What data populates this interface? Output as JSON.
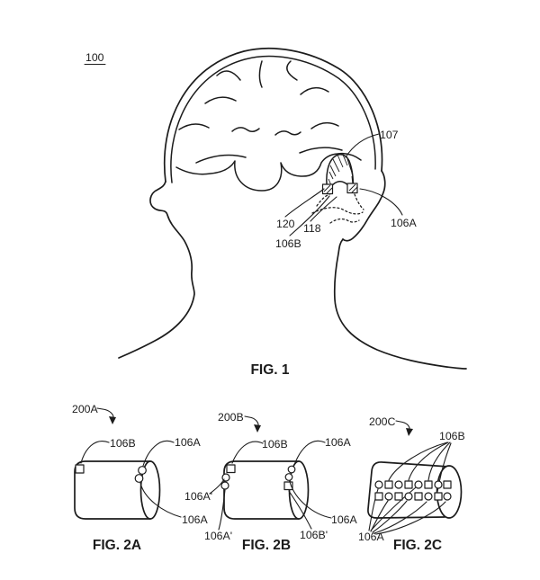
{
  "colors": {
    "line": "#1c1c1c",
    "background": "#ffffff"
  },
  "fig1": {
    "ref100": "100",
    "ref107": "107",
    "ref120": "120",
    "ref118": "118",
    "ref106B": "106B",
    "ref106A": "106A",
    "caption": "FIG. 1"
  },
  "fig2a": {
    "ref200": "200A",
    "ref106B": "106B",
    "ref106A_top": "106A",
    "ref106A_bottom": "106A",
    "caption": "FIG. 2A"
  },
  "fig2b": {
    "ref200": "200B",
    "ref106B": "106B",
    "ref106A_top": "106A",
    "ref106A_prime_left": "106A'",
    "ref106A_prime_bottom": "106A'",
    "ref106B_prime": "106B'",
    "ref106A_bottom": "106A",
    "caption": "FIG. 2B"
  },
  "fig2c": {
    "ref200": "200C",
    "ref106B": "106B",
    "ref106A": "106A",
    "caption": "FIG. 2C"
  }
}
